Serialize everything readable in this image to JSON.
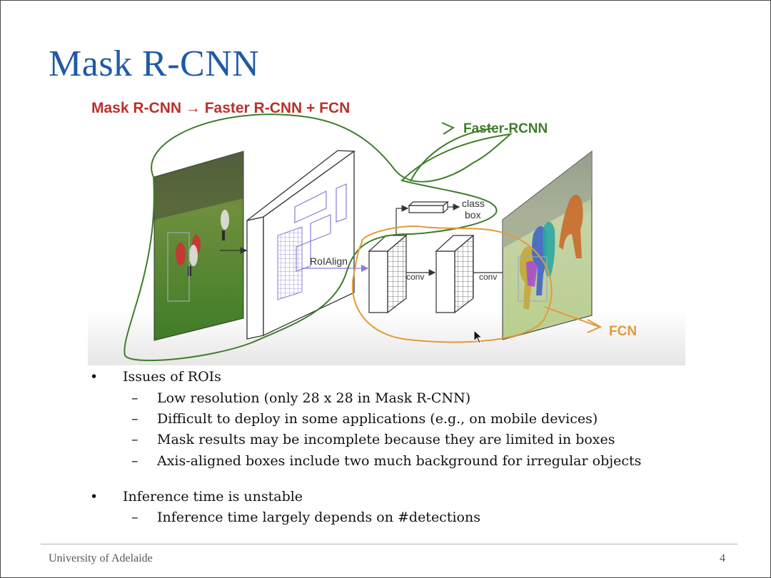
{
  "slide": {
    "title": "Mask R-CNN",
    "page_number": "4",
    "footer": "University of Adelaide"
  },
  "figure": {
    "headline": "Mask R-CNN → Faster R-CNN + FCN",
    "label_faster": "Faster-RCNN",
    "label_fcn": "FCN",
    "label_class": "class",
    "label_box": "box",
    "label_roialign": "RoIAlign",
    "label_conv1": "conv",
    "label_conv2": "conv",
    "colors": {
      "headline": "#b8322b",
      "faster_outline": "#3f7d2a",
      "fcn_outline": "#e39a3a",
      "roi_grid": "#8c7ad6"
    }
  },
  "bullets": [
    {
      "text": "Issues of ROIs",
      "sub": [
        "Low resolution (only 28 x 28 in Mask R-CNN)",
        "Difficult to deploy in some applications (e.g., on mobile devices)",
        "Mask results may be incomplete because they are limited in boxes",
        "Axis-aligned boxes include two much background for irregular objects"
      ]
    },
    {
      "text": "Inference time is unstable",
      "sub": [
        "Inference time largely depends on #detections"
      ]
    }
  ],
  "markers": {
    "bullet": "•",
    "dash": "–"
  },
  "icons": {
    "cursor": "mouse-pointer-icon"
  }
}
